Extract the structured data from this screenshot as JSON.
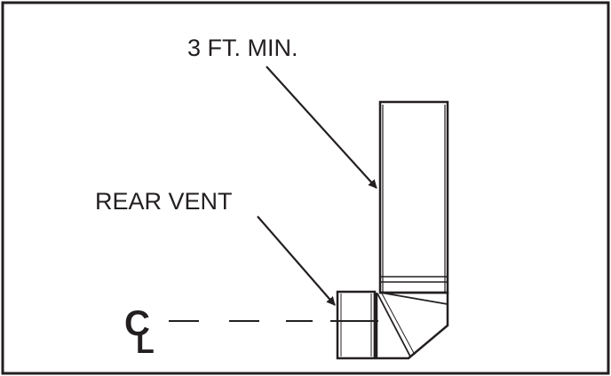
{
  "labels": {
    "min_height": "3 FT. MIN.",
    "rear_vent": "REAR VENT",
    "centerline": "CL"
  },
  "colors": {
    "ink": "#231f20",
    "background": "#ffffff"
  }
}
